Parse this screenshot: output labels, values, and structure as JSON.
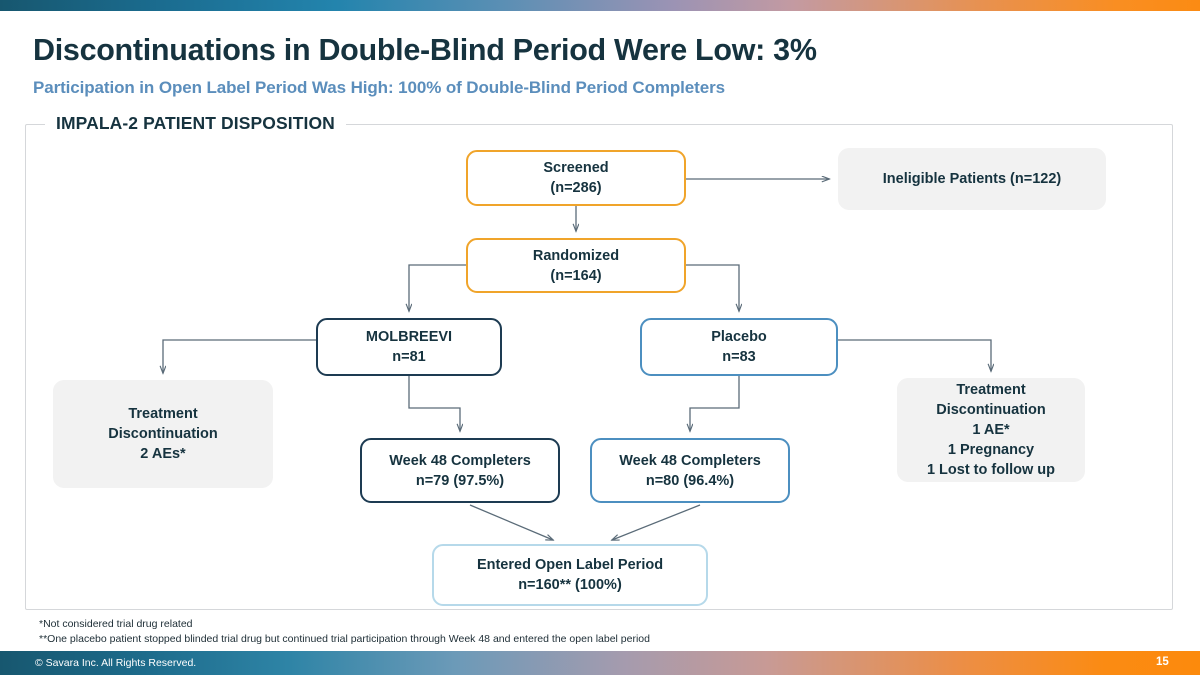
{
  "slide": {
    "title": "Discontinuations in Double-Blind Period Were Low: 3%",
    "subtitle": "Participation in Open Label Period Was High: 100% of Double-Blind Period Completers",
    "panel_legend": "IMPALA-2 PATIENT DISPOSITION"
  },
  "flow": {
    "screened": {
      "line1": "Screened",
      "line2": "(n=286)"
    },
    "ineligible": {
      "line1": "Ineligible Patients (n=122)"
    },
    "randomized": {
      "line1": "Randomized",
      "line2": "(n=164)"
    },
    "molbreevi": {
      "line1": "MOLBREEVI",
      "line2": "n=81"
    },
    "placebo": {
      "line1": "Placebo",
      "line2": "n=83"
    },
    "td_left": {
      "line1": "Treatment",
      "line2": "Discontinuation",
      "line3": "2 AEs*"
    },
    "td_right": {
      "line1": "Treatment",
      "line2": "Discontinuation",
      "line3": "1 AE*",
      "line4": "1 Pregnancy",
      "line5": "1 Lost to follow up"
    },
    "completers_mol": {
      "line1": "Week 48 Completers",
      "line2": "n=79 (97.5%)"
    },
    "completers_pbo": {
      "line1": "Week 48 Completers",
      "line2": "n=80 (96.4%)"
    },
    "open_label": {
      "line1": "Entered Open Label Period",
      "line2": "n=160** (100%)"
    }
  },
  "footnotes": {
    "one": "*Not considered trial drug related",
    "two": "**One placebo patient stopped blinded trial drug but continued trial participation through Week 48 and entered the open label period"
  },
  "footer": {
    "copyright": "© Savara Inc. All Rights Reserved.",
    "page_number": "15"
  },
  "colors": {
    "title": "#16333f",
    "subtitle": "#5b8ebc",
    "orange_border": "#f0a42a",
    "navy_border": "#1d3b52",
    "steel_border": "#4c8fc0",
    "lightblue_border": "#b6d9ea",
    "grey_fill": "#f2f2f2",
    "connector": "#5a6b78",
    "page_number": "#ffffff"
  }
}
